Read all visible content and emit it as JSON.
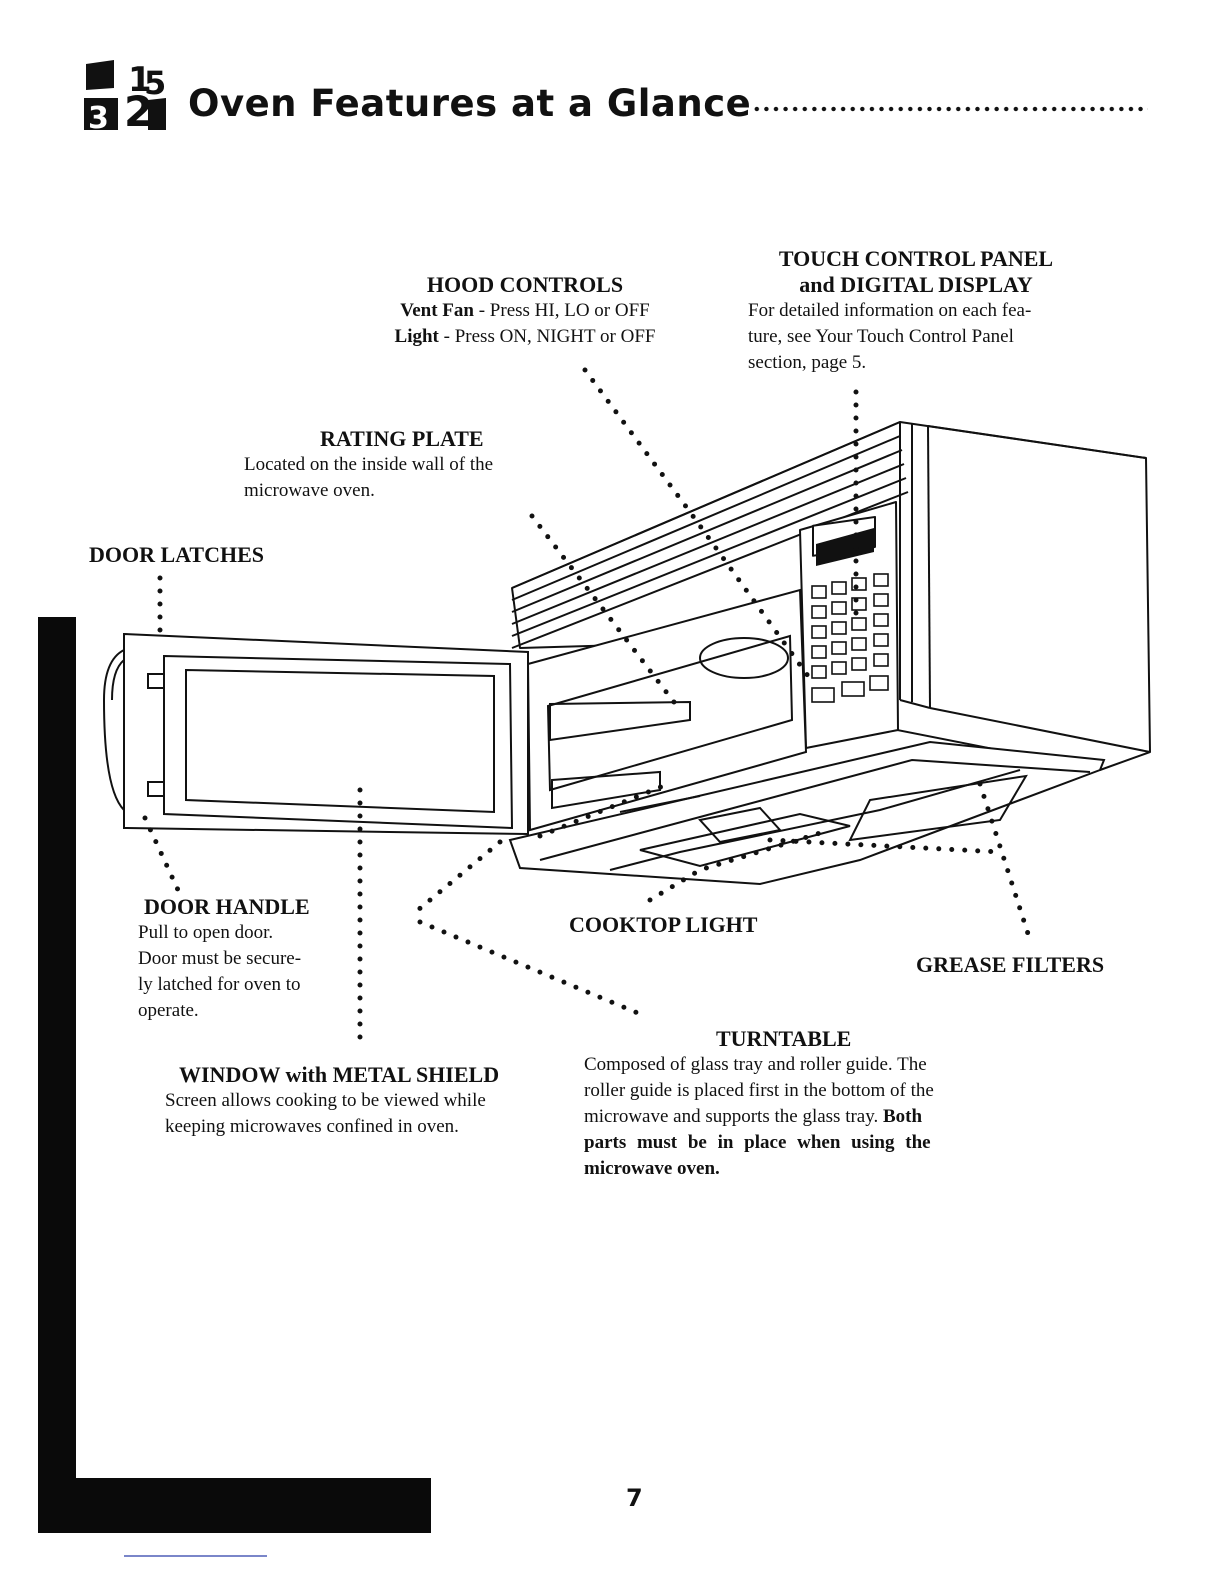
{
  "header": {
    "logo_icon": "calendar-numbers-icon",
    "title": "Oven Features at a Glance"
  },
  "labels": {
    "hood_controls": {
      "heading": "HOOD CONTROLS",
      "vent_label": "Vent Fan",
      "vent_text": "- Press HI, LO or OFF",
      "light_label": "Light",
      "light_text": "- Press ON, NIGHT or OFF"
    },
    "touch_control": {
      "heading_line1": "TOUCH CONTROL PANEL",
      "heading_line2": "and DIGITAL DISPLAY",
      "line1": "For detailed information on each fea-",
      "line2": "ture, see Your Touch Control Panel",
      "line3": "section, page 5."
    },
    "rating_plate": {
      "heading": "RATING PLATE",
      "line1": "Located on the inside wall of the",
      "line2": "microwave oven."
    },
    "door_latches": {
      "heading": "DOOR LATCHES"
    },
    "door_handle": {
      "heading": "DOOR HANDLE",
      "line1": "Pull to open door.",
      "line2": "Door must be secure-",
      "line3": "ly latched for oven to",
      "line4": "operate."
    },
    "cooktop_light": {
      "heading": "COOKTOP LIGHT"
    },
    "grease_filters": {
      "heading": "GREASE FILTERS"
    },
    "turntable": {
      "heading": "TURNTABLE",
      "line1": "Composed of glass tray and roller guide. The",
      "line2": "roller guide is placed first in the bottom of the",
      "line3": "microwave and supports the glass tray.",
      "bold1": "Both",
      "bold2": "parts must be in place when using the",
      "bold3": "microwave oven."
    },
    "window": {
      "heading": "WINDOW with METAL SHIELD",
      "line1": "Screen allows cooking to be viewed while",
      "line2": "keeping microwaves confined in oven."
    }
  },
  "footer": {
    "page_number": "7"
  }
}
